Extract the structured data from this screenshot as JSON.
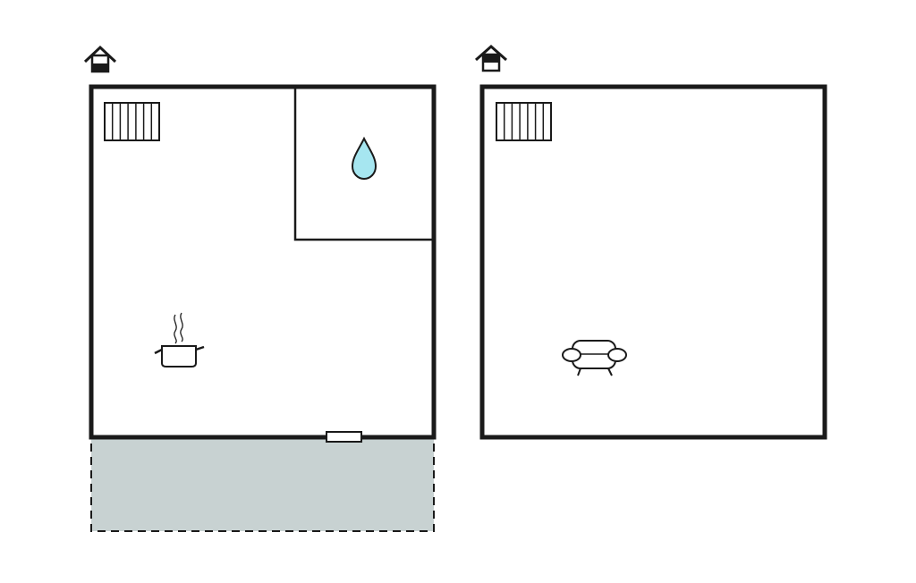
{
  "floor_plan": {
    "colors": {
      "wall": "#1a1a1a",
      "background": "#ffffff",
      "terrace_fill": "#c8d2d2",
      "water_drop": "#a6e6f0",
      "icon_stroke": "#1a1a1a"
    },
    "floors": [
      {
        "level_icon": "house-lower-floor-icon",
        "rooms": [
          {
            "name": "main-room",
            "icons": [
              "radiator-icon",
              "cooking-pot-icon"
            ]
          },
          {
            "name": "bathroom",
            "icons": [
              "water-drop-icon"
            ]
          }
        ],
        "terrace": {
          "style": "dashed",
          "icon": "door-icon"
        }
      },
      {
        "level_icon": "house-upper-floor-icon",
        "rooms": [
          {
            "name": "living-room",
            "icons": [
              "radiator-icon",
              "armchair-icon"
            ]
          }
        ]
      }
    ]
  }
}
